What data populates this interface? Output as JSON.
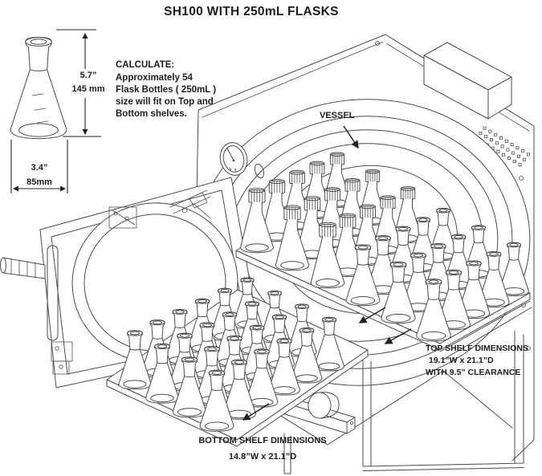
{
  "title": "SH100 WITH 250mL  FLASKS",
  "flask_detail": {
    "height_in": "5.7”",
    "height_mm": "145 mm",
    "width_in": "3.4”",
    "width_mm": "85mm"
  },
  "calculate_note": {
    "heading": "CALCULATE:",
    "lines": [
      "Approximately  54",
      "Flask Bottles ( 250mL )",
      "size will fit on Top and",
      "Bottom shelves."
    ]
  },
  "labels": {
    "vessel": "VESSEL",
    "top_shelf": [
      "TOP SHELF DIMENSIONS",
      "19.1”W x 21.1”D",
      "WITH 9.5” CLEARANCE"
    ],
    "bottom_shelf": [
      "BOTTOM SHELF DIMENSIONS",
      "14.8”W x 21.1”D"
    ]
  },
  "diagram": {
    "line_color": "#4b4b4b",
    "top_shelf_flasks": {
      "cols": 6,
      "rows": 5,
      "capped_columns": 3
    },
    "bottom_shelf_flasks": {
      "cols": 4,
      "rows": 6,
      "capped_columns": 0
    },
    "total_flasks": 54
  }
}
